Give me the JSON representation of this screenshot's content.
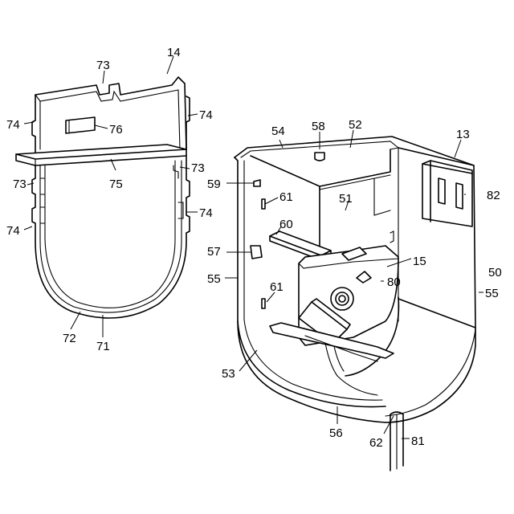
{
  "labels": {
    "l14": "14",
    "l73a": "73",
    "l74a": "74",
    "l74b": "74",
    "l76": "76",
    "l75": "75",
    "l73b": "73",
    "l73c": "73",
    "l74c": "74",
    "l74d": "74",
    "l72": "72",
    "l71": "71",
    "l54": "54",
    "l58": "58",
    "l52": "52",
    "l13": "13",
    "l82": "82",
    "l59": "59",
    "l61a": "61",
    "l51": "51",
    "l60": "60",
    "l57": "57",
    "l15": "15",
    "l50": "50",
    "l55a": "55",
    "l80": "80",
    "l55b": "55",
    "l61b": "61",
    "l53": "53",
    "l56": "56",
    "l62": "62",
    "l81": "81"
  }
}
